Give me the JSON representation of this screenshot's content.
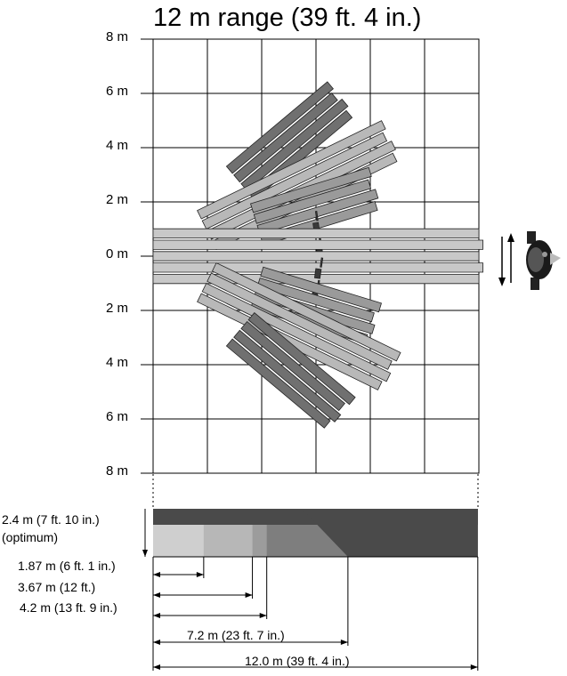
{
  "title": "12 m range (39 ft. 4 in.)",
  "y_axis": {
    "tick_labels": [
      "8 m",
      "6 m",
      "4 m",
      "2 m",
      "0 m",
      "2 m",
      "4 m",
      "6 m",
      "8 m"
    ]
  },
  "top_view": {
    "grid": true,
    "beam_groups": [
      {
        "name": "upper-outer",
        "angle_deg": 40,
        "length_m": 8.9,
        "shade": "#707070"
      },
      {
        "name": "upper-long",
        "angle_deg": 26,
        "length_m": 9.6,
        "shade": "#b8b8b8"
      },
      {
        "name": "upper-mid",
        "angle_deg": 17,
        "length_m": 8.4,
        "shade": "#9a9a9a"
      },
      {
        "name": "upper-inner-dark",
        "angle_deg": 8,
        "length_m": 6.0,
        "shade": "#3a3a3a"
      },
      {
        "name": "center",
        "angle_deg": 0,
        "length_m": 12.0,
        "shade": "#c8c8c8"
      },
      {
        "name": "lower-inner-dark",
        "angle_deg": -8,
        "length_m": 6.0,
        "shade": "#3a3a3a"
      },
      {
        "name": "lower-mid",
        "angle_deg": -17,
        "length_m": 8.4,
        "shade": "#9a9a9a"
      },
      {
        "name": "lower-long",
        "angle_deg": -26,
        "length_m": 9.6,
        "shade": "#b8b8b8"
      },
      {
        "name": "lower-outer",
        "angle_deg": -40,
        "length_m": 8.9,
        "shade": "#707070"
      }
    ]
  },
  "side_view": {
    "mount_height_label": "2.4 m (7 ft. 10 in.)",
    "mount_height_note": "(optimum)",
    "dimensions": [
      {
        "label": "1.87 m (6 ft. 1 in.)",
        "distance_m": 1.87
      },
      {
        "label": "3.67 m (12 ft.)",
        "distance_m": 3.67
      },
      {
        "label": "4.2 m (13 ft. 9 in.)",
        "distance_m": 4.2
      },
      {
        "label": "7.2 m (23 ft. 7 in.)",
        "distance_m": 7.2
      },
      {
        "label": "12.0 m (39 ft. 4 in.)",
        "distance_m": 12.0
      }
    ],
    "zone_shades": [
      "#e2e2e2",
      "#cfcfcf",
      "#b7b7b7",
      "#9c9c9c",
      "#7e7e7e",
      "#4a4a4a"
    ]
  },
  "detector_icon": "pir-detector-icon",
  "arrows_icon": "up-down-arrows-icon"
}
